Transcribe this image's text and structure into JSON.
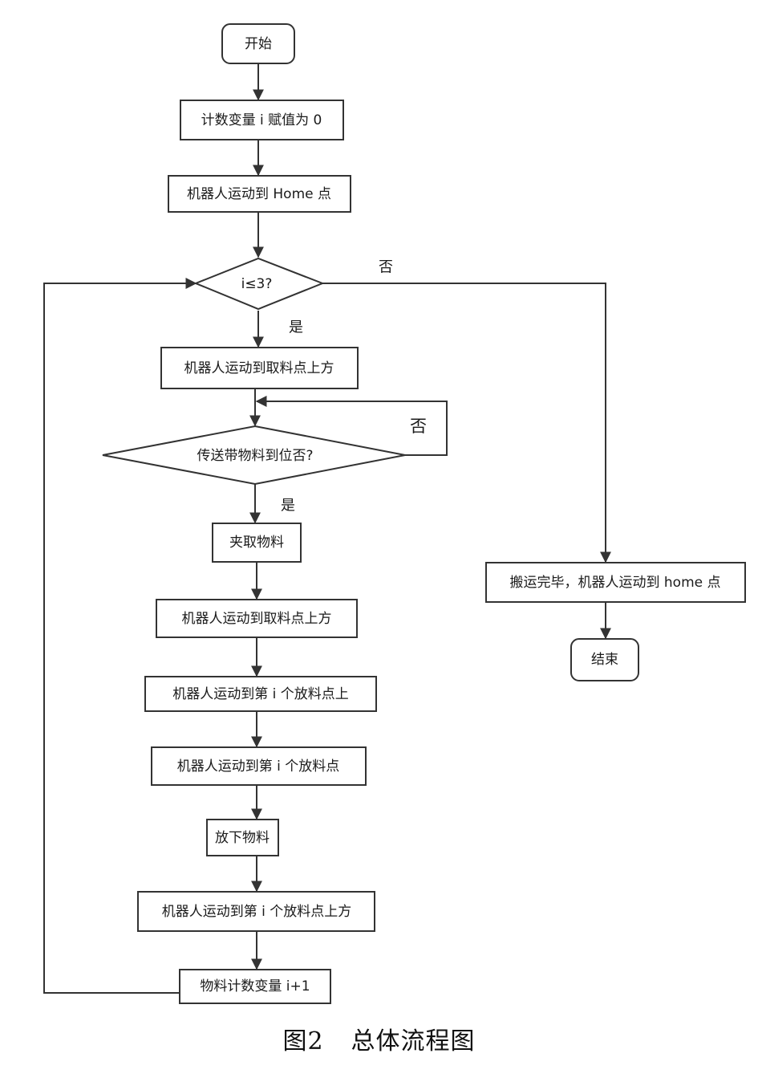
{
  "nodes": {
    "start": "开始",
    "init": "计数变量 i 赋值为 0",
    "home": "机器人运动到 Home 点",
    "cond_i": "i≤3?",
    "to_pick_above": "机器人运动到取料点上方",
    "cond_conveyor": "传送带物料到位否?",
    "grab": "夹取物料",
    "back_pick_above": "机器人运动到取料点上方",
    "to_place_above": "机器人运动到第 i 个放料点上",
    "to_place": "机器人运动到第 i 个放料点",
    "release": "放下物料",
    "back_place_above": "机器人运动到第 i 个放料点上方",
    "increment": "物料计数变量 i+1",
    "finish": "搬运完毕，机器人运动到 home 点",
    "end": "结束"
  },
  "labels": {
    "cond_i_no": "否",
    "cond_i_yes": "是",
    "conveyor_no": "否",
    "conveyor_yes": "是"
  },
  "caption": {
    "number": "图2",
    "title": "总体流程图"
  }
}
